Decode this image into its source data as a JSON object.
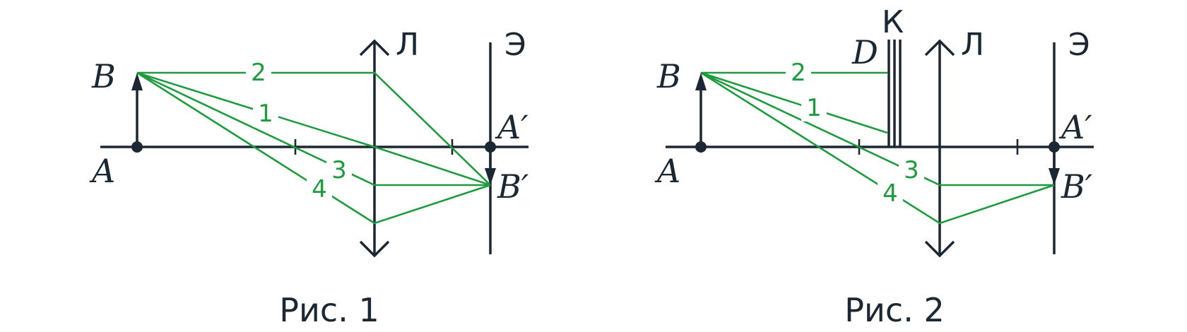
{
  "figures": [
    {
      "caption": "Рис. 1",
      "labels": {
        "A": "A",
        "B": "B",
        "A_prime": "A′",
        "B_prime": "B′",
        "lens": "Л",
        "screen": "Э"
      },
      "ray_labels": [
        "1",
        "2",
        "3",
        "4"
      ]
    },
    {
      "caption": "Рис. 2",
      "labels": {
        "A": "A",
        "B": "B",
        "A_prime": "A′",
        "B_prime": "B′",
        "lens": "Л",
        "screen": "Э",
        "plate_edge": "D",
        "plate": "К"
      },
      "ray_labels": [
        "1",
        "2",
        "3",
        "4"
      ]
    }
  ],
  "colors": {
    "ink": "#1b2733",
    "ray": "#1f9a3e"
  }
}
